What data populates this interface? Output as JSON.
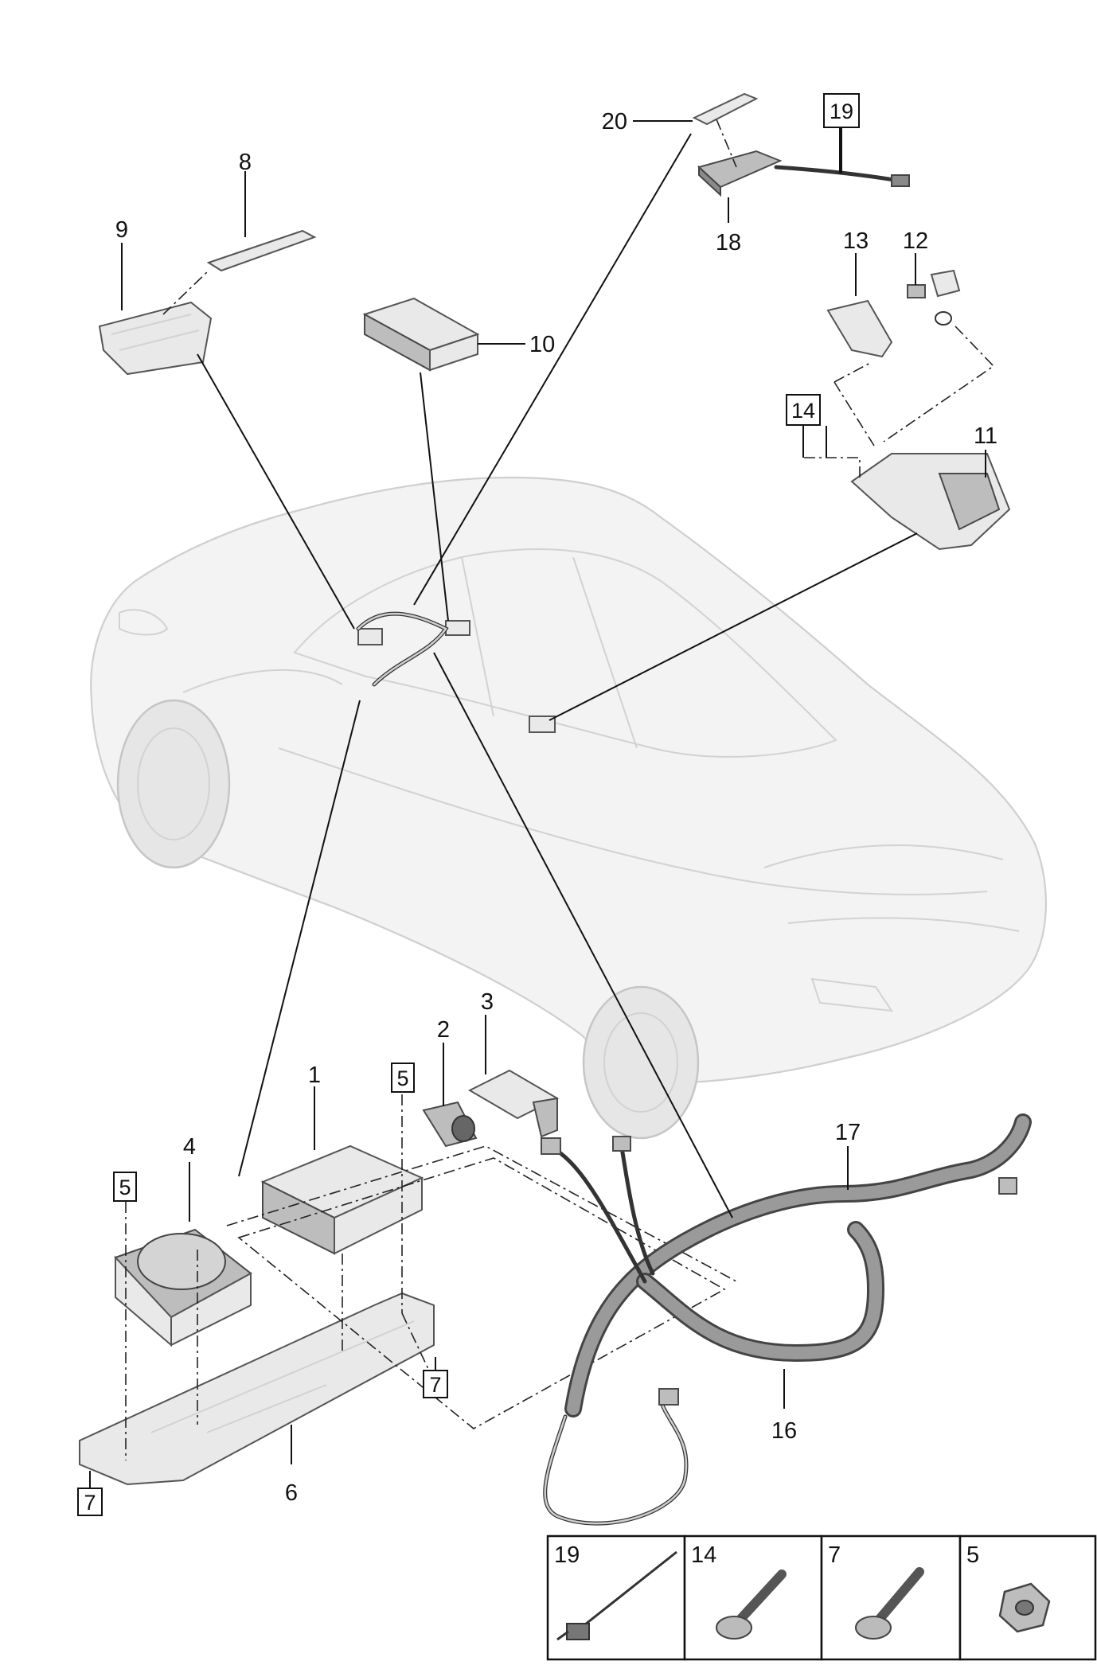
{
  "callouts": {
    "c1": "1",
    "c2": "2",
    "c3": "3",
    "c4": "4",
    "c6": "6",
    "c8": "8",
    "c9": "9",
    "c10": "10",
    "c11": "11",
    "c12": "12",
    "c13": "13",
    "c16": "16",
    "c17": "17",
    "c18": "18",
    "c20": "20"
  },
  "boxed_callouts": {
    "b19": "19",
    "b14": "14",
    "b5a": "5",
    "b5b": "5",
    "b7a": "7",
    "b7b": "7"
  },
  "legend": {
    "cells": [
      {
        "label": "19",
        "icon": "antenna-cable-icon"
      },
      {
        "label": "14",
        "icon": "screw-icon"
      },
      {
        "label": "7",
        "icon": "screw-icon"
      },
      {
        "label": "5",
        "icon": "hex-nut-icon"
      }
    ]
  },
  "colors": {
    "line": "#111111",
    "car_fill": "#f3f3f3",
    "part_fill": "#e9e9e9",
    "harness": "#444444"
  }
}
